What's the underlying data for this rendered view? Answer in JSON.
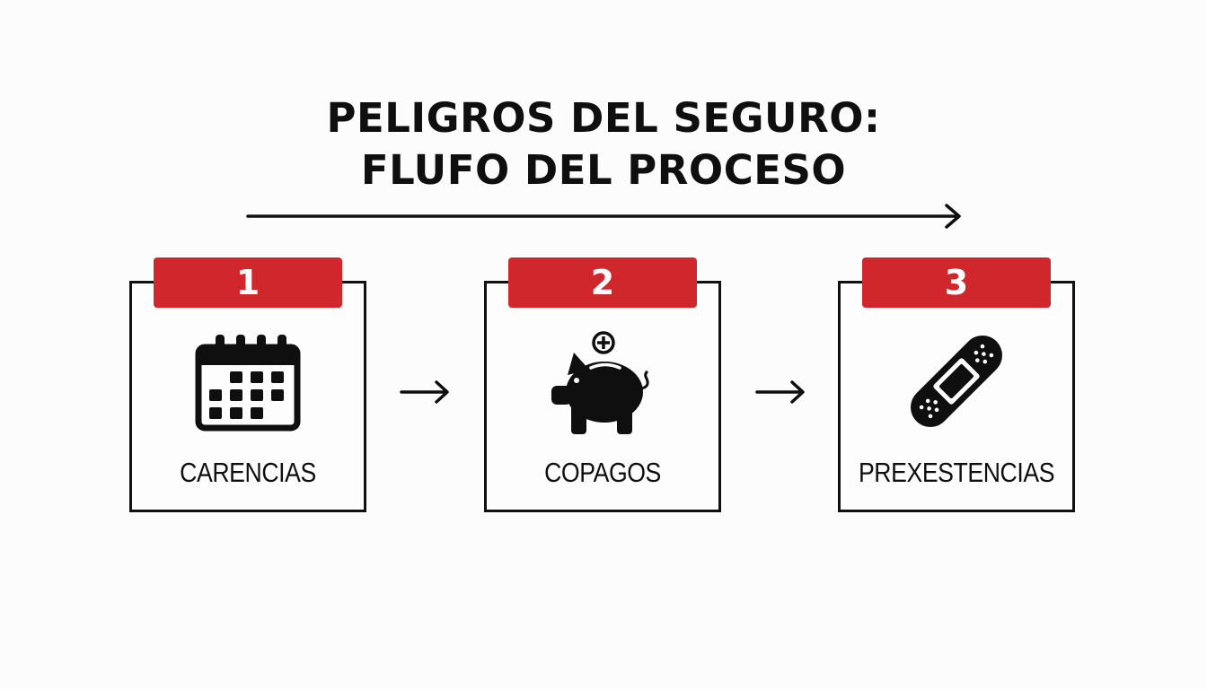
{
  "title": {
    "line1": "PELIGROS DEL SEGURO:",
    "line2": "FLUFO DEL PROCESO"
  },
  "steps": [
    {
      "number": "1",
      "label": "CARENCIAS",
      "icon": "calendar-icon"
    },
    {
      "number": "2",
      "label": "COPAGOS",
      "icon": "piggy-bank-icon"
    },
    {
      "number": "3",
      "label": "PREXESTENCIAS",
      "icon": "bandage-icon"
    }
  ],
  "colors": {
    "accent": "#d0272c",
    "ink": "#0f0f0f",
    "background": "#fcfcfc"
  }
}
